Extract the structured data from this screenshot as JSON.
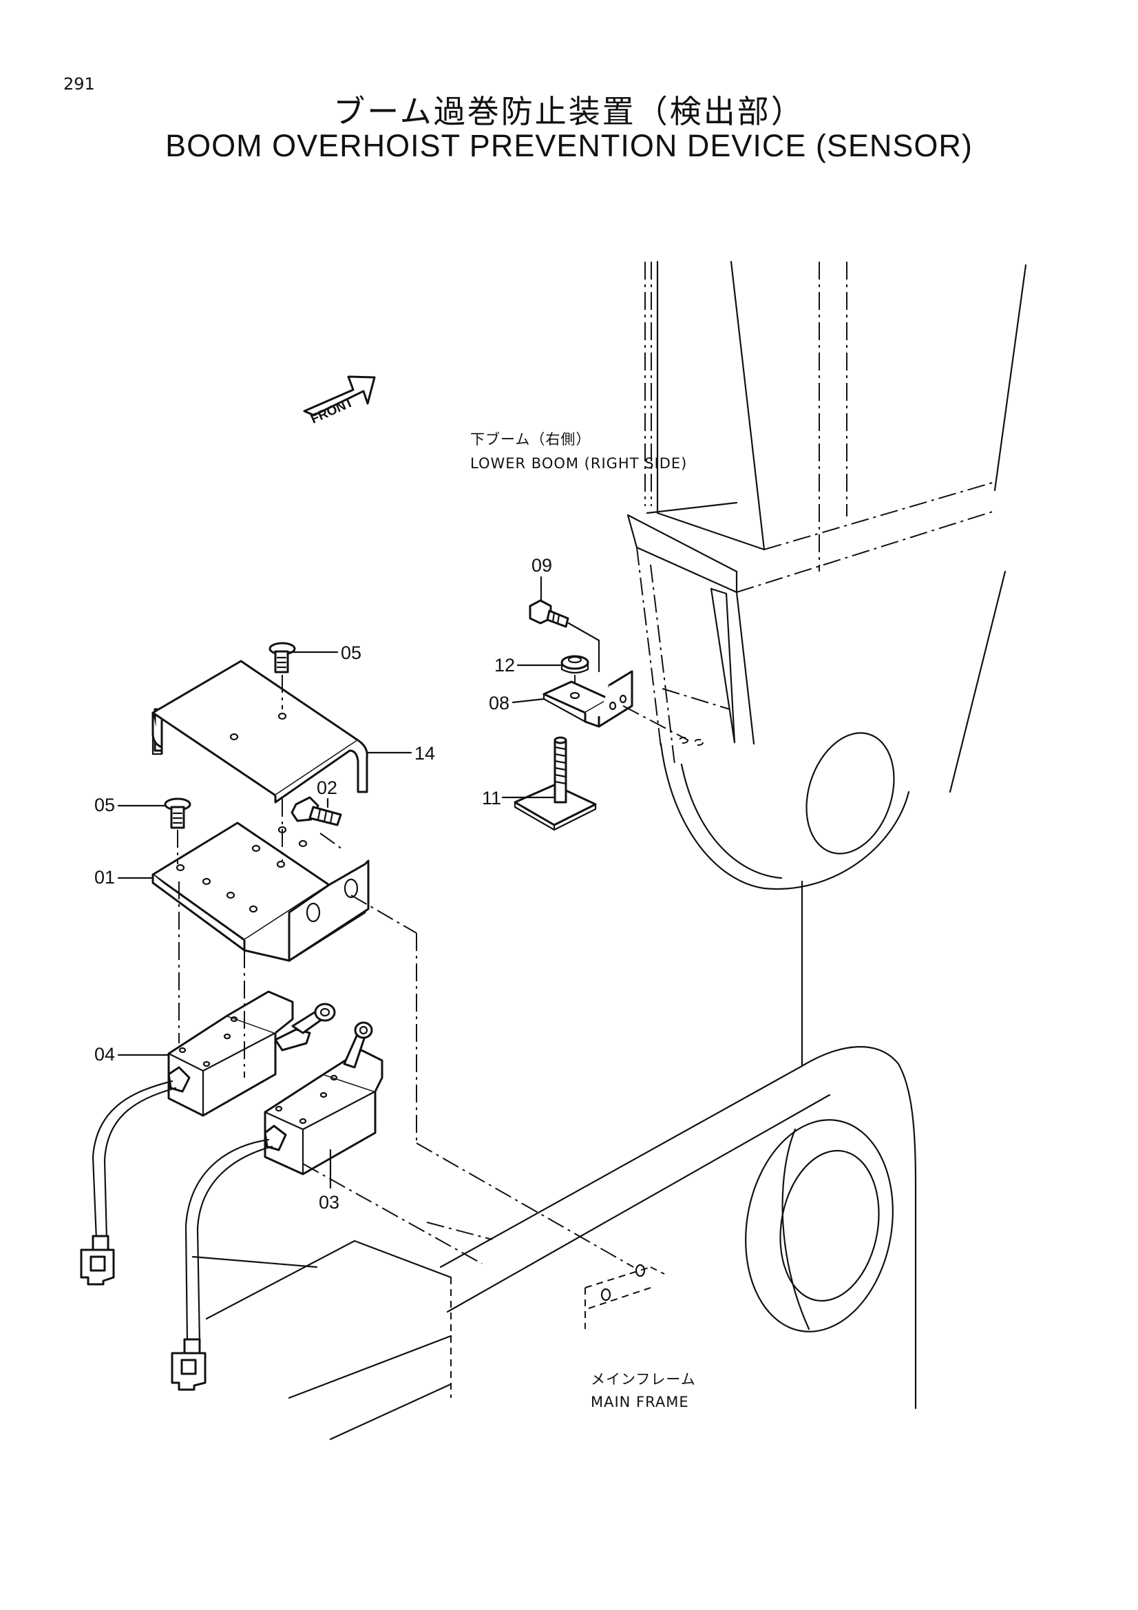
{
  "page_number": "291",
  "title_jp": "ブーム過巻防止装置（検出部）",
  "title_en": "BOOM OVERHOIST PREVENTION DEVICE (SENSOR)",
  "front_label": "FRONT",
  "notes": {
    "lower_boom_jp": "下ブーム（右側）",
    "lower_boom_en": "LOWER BOOM (RIGHT SIDE)",
    "main_frame_jp": "メインフレーム",
    "main_frame_en": "MAIN FRAME"
  },
  "callouts": [
    "05",
    "14",
    "02",
    "05",
    "01",
    "04",
    "03",
    "09",
    "12",
    "08",
    "11"
  ]
}
